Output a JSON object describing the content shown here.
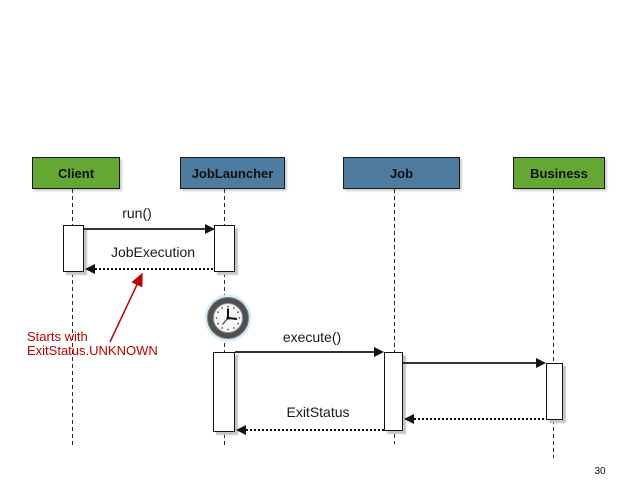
{
  "diagram": {
    "type": "uml-sequence-diagram",
    "actors": [
      {
        "label": "Client",
        "color": "#64a733"
      },
      {
        "label": "JobLauncher",
        "color": "#4e7ca0"
      },
      {
        "label": "Job",
        "color": "#4e7ca0"
      },
      {
        "label": "Business",
        "color": "#64a733"
      }
    ],
    "messages": [
      {
        "from": "Client",
        "to": "JobLauncher",
        "label": "run()",
        "type": "call"
      },
      {
        "from": "JobLauncher",
        "to": "Client",
        "label": "JobExecution",
        "type": "return"
      },
      {
        "from": "JobLauncher",
        "to": "Job",
        "label": "execute()",
        "type": "call"
      },
      {
        "from": "Job",
        "to": "Business",
        "label": "",
        "type": "call"
      },
      {
        "from": "Business",
        "to": "Job",
        "label": "",
        "type": "return"
      },
      {
        "from": "Job",
        "to": "JobLauncher",
        "label": "ExitStatus",
        "type": "return"
      }
    ],
    "annotation": {
      "line1": "Starts with",
      "line2": "ExitStatus.UNKNOWN",
      "color": "#c00000"
    },
    "icons": [
      {
        "name": "clock-icon"
      }
    ],
    "page_number": "30",
    "colors": {
      "actor_green": "#64a733",
      "actor_blue": "#4e7ca0",
      "line": "#333333",
      "annotation_red": "#c00000",
      "background": "#ffffff"
    }
  }
}
